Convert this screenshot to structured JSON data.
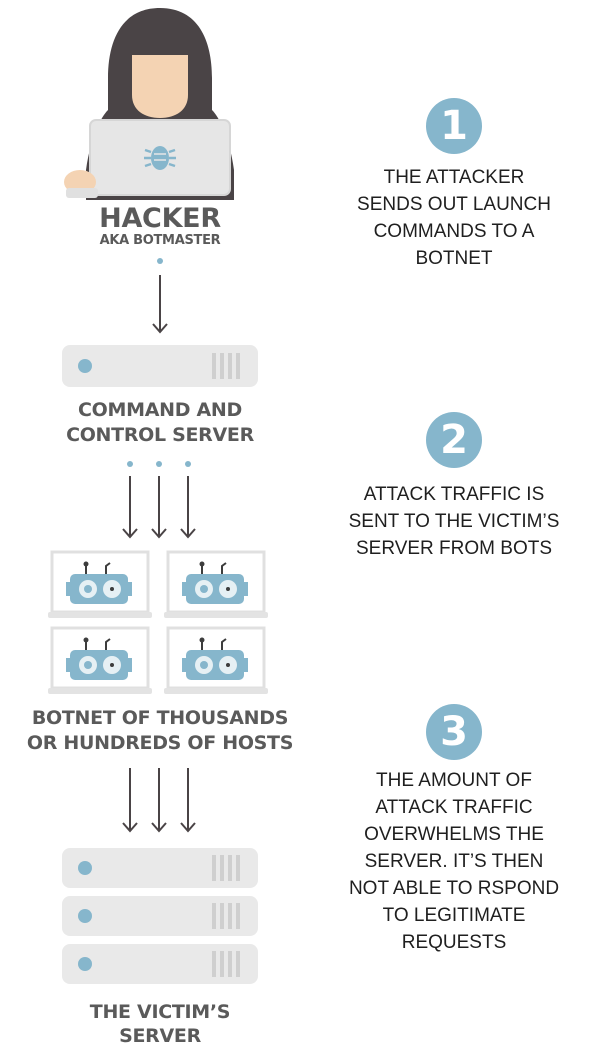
{
  "hacker": {
    "title": "HACKER",
    "subtitle": "AKA BOTMASTER"
  },
  "cnc": {
    "line1": "COMMAND AND",
    "line2": "CONTROL SERVER"
  },
  "botnet": {
    "line1": "BOTNET OF THOUSANDS",
    "line2": "OR HUNDREDS OF HOSTS"
  },
  "victim": {
    "line1": "THE VICTIM’S",
    "line2": "SERVER"
  },
  "steps": [
    {
      "number": "1",
      "lines": [
        "THE ATTACKER",
        "SENDS OUT LAUNCH",
        "COMMANDS TO A",
        "BOTNET"
      ]
    },
    {
      "number": "2",
      "lines": [
        "ATTACK TRAFFIC IS",
        "SENT TO THE VICTIM’S",
        "SERVER FROM BOTS"
      ]
    },
    {
      "number": "3",
      "lines": [
        "THE AMOUNT OF",
        "ATTACK TRAFFIC",
        "OVERWHELMS THE",
        "SERVER. IT’S THEN",
        "NOT ABLE TO RSPOND",
        "TO LEGITIMATE",
        "REQUESTS"
      ]
    }
  ],
  "colors": {
    "accent": "#86b6cc",
    "server_body": "#e9e9e9",
    "hood": "#4a4446",
    "skin": "#f4d3b3",
    "text_dark": "#1f1f1f",
    "label_gray": "#5a5a5a"
  },
  "icons": {
    "hacker": "hooded-hacker-icon",
    "laptop": "laptop-icon",
    "bug": "bug-icon",
    "server": "server-rack-icon",
    "bot": "robot-icon",
    "arrow": "arrow-down-icon"
  }
}
